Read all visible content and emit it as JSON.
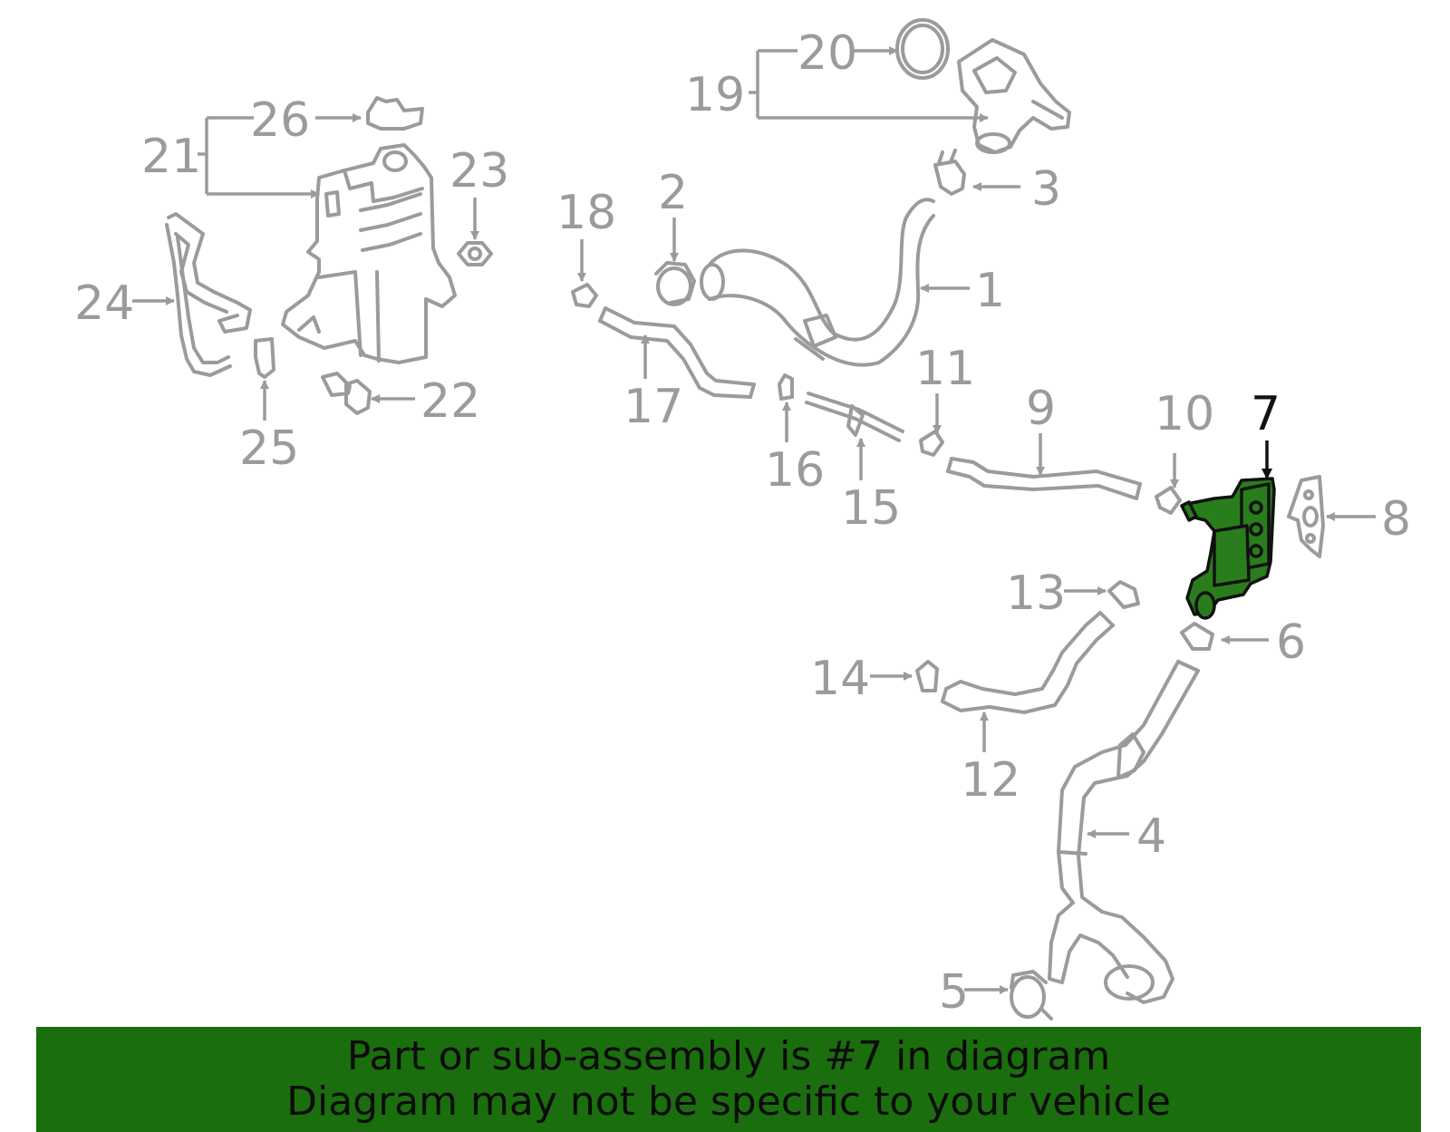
{
  "diagram": {
    "highlighted_part": "7",
    "callouts": [
      "1",
      "2",
      "3",
      "4",
      "5",
      "6",
      "7",
      "8",
      "9",
      "10",
      "11",
      "12",
      "13",
      "14",
      "15",
      "16",
      "17",
      "18",
      "19",
      "20",
      "21",
      "22",
      "23",
      "24",
      "25",
      "26"
    ]
  },
  "banner": {
    "line1": "Part or sub-assembly is #7 in diagram",
    "line2": "Diagram may not be specific to your vehicle"
  },
  "colors": {
    "part_stroke": "#9b9b9b",
    "highlight_fill": "#2a7d1c",
    "banner_bg": "#1b6e0d"
  }
}
